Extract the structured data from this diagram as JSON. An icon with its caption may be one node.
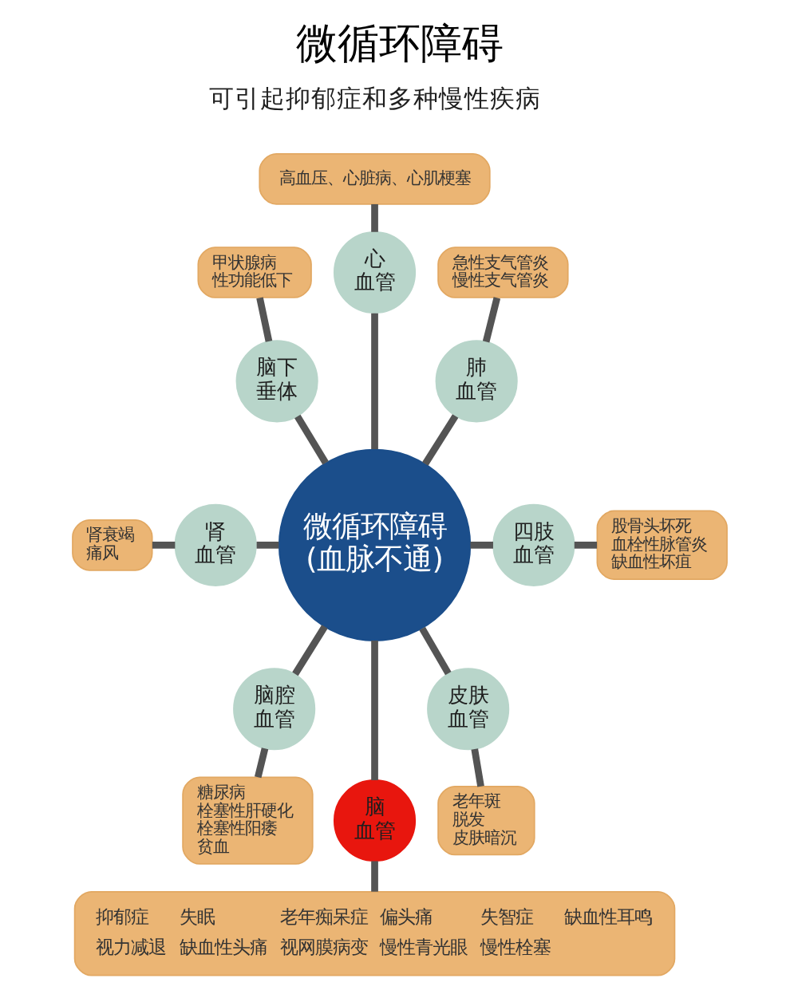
{
  "diagram": {
    "title": "微循环障碍",
    "nodes": [
      {
        "text": [
          "高血压、心脏病、心肌梗塞"
        ]
      },
      {
        "text": [
          "甲状腺病",
          "性功能低下"
        ]
      },
      {
        "text": [
          "心血管"
        ]
      },
      {
        "text": [
          "急性支气管炎",
          "慢性支气管炎"
        ]
      },
      {
        "text": [
          "脑下垂体"
        ]
      },
      {
        "text": [
          "肺血管"
        ]
      },
      {
        "text": [
          "肾衰竭",
          "痛风"
        ]
      },
      {
        "text": [
          "肾血管"
        ]
      },
      {
        "text": [
          "微循环障碍",
          "(血脉不通)"
        ]
      },
      {
        "text": [
          "四肢血管"
        ]
      },
      {
        "text": [
          "股骨头坏死",
          "血栓性脉管炎",
          "缺血性坏疽"
        ]
      },
      {
        "text": [
          "脑腔血管"
        ]
      },
      {
        "text": [
          "皮肤血管"
        ]
      },
      {
        "text": [
          "糖尿病",
          "栓塞性肝硬化",
          "栓塞性阳痿",
          "贫血"
        ]
      },
      {
        "text": [
          "脑血管"
        ]
      },
      {
        "text": [
          "老年斑",
          "脱发",
          "皮肤暗沉"
        ]
      },
      {
        "text": [
          "抑郁症",
          "失眠",
          "老年痴呆症",
          "偏头痛",
          "失智症",
          "缺血性耳鸣",
          "视力减退",
          "缺血性头痛",
          "视网膜病变",
          "慢性青光眼",
          "慢性栓塞"
        ]
      }
    ],
    "edges": [
      {
        "from": 0,
        "to": 2,
        "arrow": "none"
      },
      {
        "from": 1,
        "to": 4,
        "arrow": "none"
      },
      {
        "from": 2,
        "to": 8,
        "arrow": "none"
      },
      {
        "from": 3,
        "to": 5,
        "arrow": "none"
      },
      {
        "from": 4,
        "to": 8,
        "arrow": "none"
      },
      {
        "from": 5,
        "to": 8,
        "arrow": "none"
      },
      {
        "from": 6,
        "to": 7,
        "arrow": "none"
      },
      {
        "from": 7,
        "to": 8,
        "arrow": "none"
      },
      {
        "from": 8,
        "to": 9,
        "arrow": "none"
      },
      {
        "from": 9,
        "to": 10,
        "arrow": "none"
      },
      {
        "from": 8,
        "to": 11,
        "arrow": "none"
      },
      {
        "from": 8,
        "to": 12,
        "arrow": "none"
      },
      {
        "from": 11,
        "to": 13,
        "arrow": "none"
      },
      {
        "from": 8,
        "to": 14,
        "arrow": "none"
      },
      {
        "from": 12,
        "to": 15,
        "arrow": "none"
      },
      {
        "from": 14,
        "to": 16,
        "arrow": "none"
      }
    ],
    "labels": [
      "可引起抑郁症和多种慢性疾病"
    ]
  }
}
